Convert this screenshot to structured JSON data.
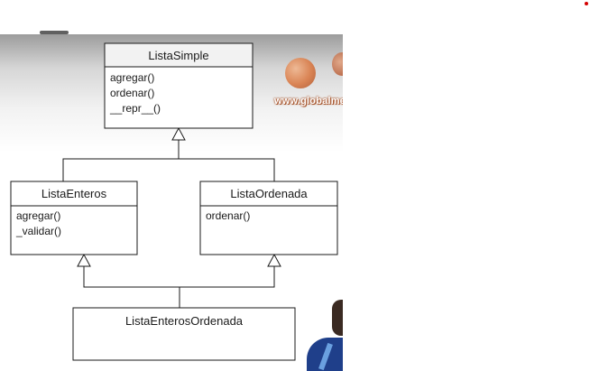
{
  "watermark": {
    "logo_text": "www.globalme"
  },
  "classes": {
    "lista_simple": {
      "name": "ListaSimple",
      "methods": [
        "agregar()",
        "ordenar()",
        "__repr__()"
      ]
    },
    "lista_enteros": {
      "name": "ListaEnteros",
      "methods": [
        "agregar()",
        "_validar()"
      ]
    },
    "lista_ordenada": {
      "name": "ListaOrdenada",
      "methods": [
        "ordenar()"
      ]
    },
    "lista_enteros_ordenada": {
      "name": "ListaEnterosOrdenada",
      "methods": []
    }
  },
  "relations": [
    {
      "from": "ListaEnteros",
      "to": "ListaSimple",
      "type": "inheritance"
    },
    {
      "from": "ListaOrdenada",
      "to": "ListaSimple",
      "type": "inheritance"
    },
    {
      "from": "ListaEnterosOrdenada",
      "to": "ListaEnteros",
      "type": "inheritance"
    },
    {
      "from": "ListaEnterosOrdenada",
      "to": "ListaOrdenada",
      "type": "inheritance"
    }
  ],
  "colors": {
    "line": "#1a1a1a",
    "header_fill": "#f2f2f2",
    "accent_dot": "#d40000"
  }
}
